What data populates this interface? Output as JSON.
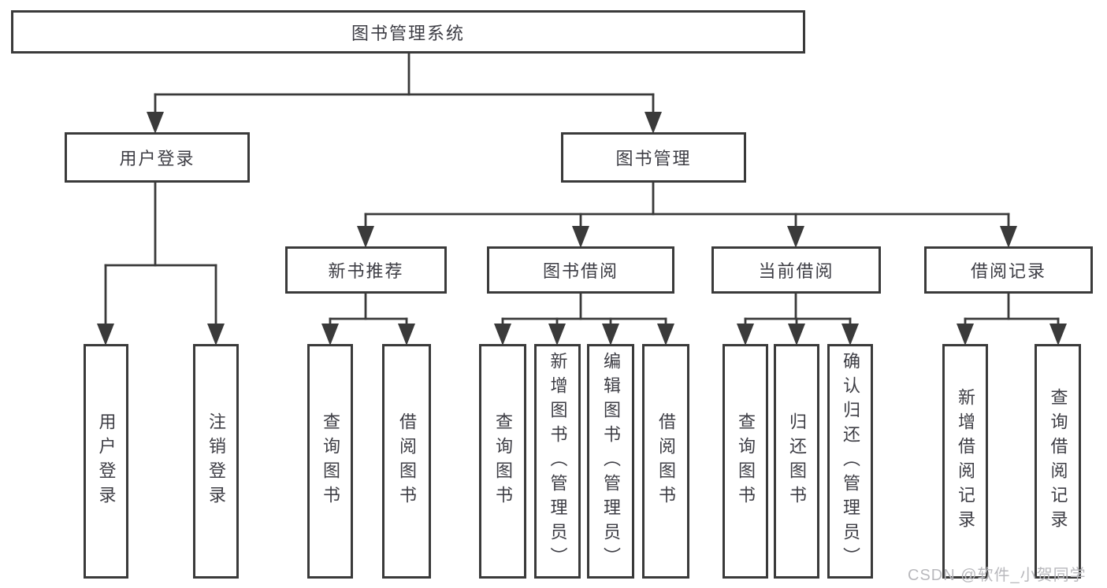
{
  "watermark": "CSDN @软件_小贺同学",
  "colors": {
    "line": "#3a3a3a",
    "box_border": "#3a3a3a",
    "text": "#3d3d44",
    "watermark": "#b9b9bd",
    "background": "#ffffff"
  },
  "diagram": {
    "root": {
      "label": "图书管理系统"
    },
    "level2": {
      "user_login": {
        "label": "用户登录"
      },
      "book_mgmt": {
        "label": "图书管理"
      }
    },
    "level3": {
      "new_book": {
        "label": "新书推荐"
      },
      "book_borrow": {
        "label": "图书借阅"
      },
      "current_borrow": {
        "label": "当前借阅"
      },
      "borrow_record": {
        "label": "借阅记录"
      }
    },
    "leaves": {
      "user_login": {
        "label": "用户登录",
        "parent": "用户登录"
      },
      "logout": {
        "label": "注销登录",
        "parent": "用户登录"
      },
      "query_book_recommend": {
        "label": "查询图书",
        "parent": "新书推荐"
      },
      "borrow_book_recommend": {
        "label": "借阅图书",
        "parent": "新书推荐"
      },
      "query_book_borrow": {
        "label": "查询图书",
        "parent": "图书借阅"
      },
      "add_book_admin": {
        "label": "新增图书（管理员）",
        "parent": "图书借阅"
      },
      "edit_book_admin": {
        "label": "编辑图书（管理员）",
        "parent": "图书借阅"
      },
      "borrow_book_borrow": {
        "label": "借阅图书",
        "parent": "图书借阅"
      },
      "query_book_current": {
        "label": "查询图书",
        "parent": "当前借阅"
      },
      "return_book": {
        "label": "归还图书",
        "parent": "当前借阅"
      },
      "confirm_return_admin": {
        "label": "确认归还（管理员）",
        "parent": "当前借阅"
      },
      "add_borrow_record": {
        "label": "新增借阅记录",
        "parent": "借阅记录"
      },
      "query_borrow_record": {
        "label": "查询借阅记录",
        "parent": "借阅记录"
      }
    }
  }
}
